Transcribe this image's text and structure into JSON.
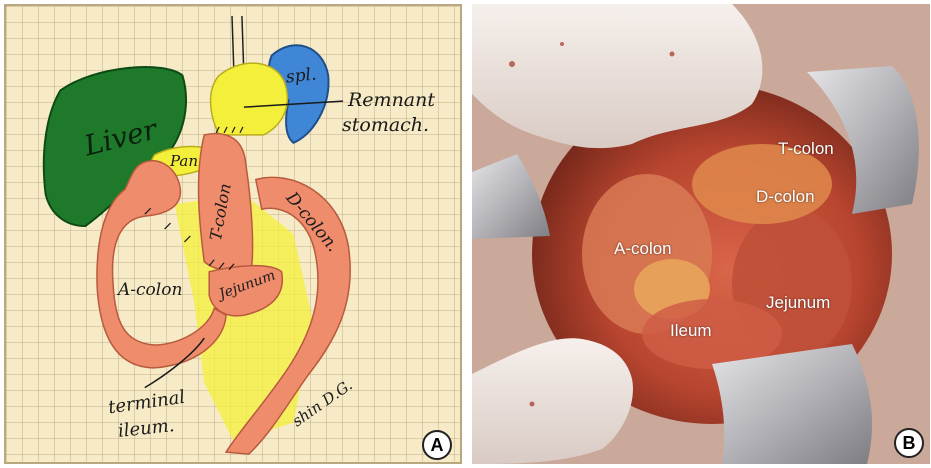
{
  "panel_a": {
    "badge": "A",
    "labels": {
      "liver": "Liver",
      "spleen": "spl.",
      "pancreas": "Pan",
      "remnant_line1": "Remnant",
      "remnant_line2": "stomach.",
      "t_colon": "T-colon",
      "d_colon": "D-colon.",
      "a_colon": "A-colon",
      "jejunum": "Jejunum",
      "terminal_line1": "terminal",
      "terminal_line2": "ileum.",
      "signature": "shin D.G."
    },
    "colors": {
      "paper": "#f6ebc6",
      "liver": "#1e7a2a",
      "spleen": "#3f86d6",
      "stomach": "#f4ef3a",
      "colon": "#ee8c6c"
    }
  },
  "panel_b": {
    "badge": "B",
    "labels": {
      "t_colon": "T-colon",
      "d_colon": "D-colon",
      "a_colon": "A-colon",
      "jejunum": "Jejunum",
      "ileum": "Ileum"
    },
    "colors": {
      "tissue": "#b8452f",
      "retractor": "#c9c9cc",
      "glove": "#eee7e2"
    }
  }
}
